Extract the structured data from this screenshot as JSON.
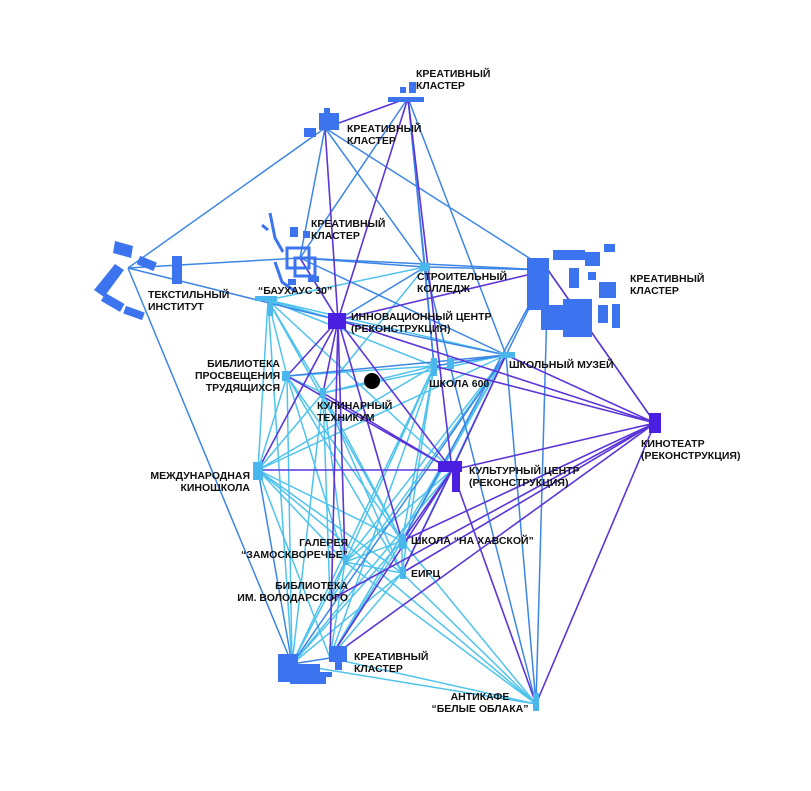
{
  "colors": {
    "background": "#ffffff",
    "building_blue": "#3b74ee",
    "building_violet": "#4b1fe0",
    "building_light": "#49b6ec",
    "link_light": "#4fc3ee",
    "link_mid": "#3d86e6",
    "link_violet": "#5b35d8",
    "center_dot": "#000000",
    "text": "#111111"
  },
  "nodes": [
    {
      "id": "cluster_top",
      "lines": [
        "КРЕАТИВНЫЙ",
        "КЛАСТЕР"
      ]
    },
    {
      "id": "cluster_upper",
      "lines": [
        "КРЕАТИВНЫЙ",
        "КЛАСТЕР"
      ]
    },
    {
      "id": "cluster_mid",
      "lines": [
        "КРЕАТИВНЫЙ",
        "КЛАСТЕР"
      ]
    },
    {
      "id": "cluster_east",
      "lines": [
        "КРЕАТИВНЫЙ",
        "КЛАСТЕР"
      ]
    },
    {
      "id": "textile",
      "lines": [
        "ТЕКСТИЛЬНЫЙ",
        "ИНСТИТУТ"
      ]
    },
    {
      "id": "bauhaus",
      "lines": [
        "“БАУХАУС 30”"
      ]
    },
    {
      "id": "stroit",
      "lines": [
        "СТРОИТЕЛЬНЫЙ",
        "КОЛЛЕДЖ"
      ]
    },
    {
      "id": "innov",
      "lines": [
        "ИННОВАЦИОННЫЙ ЦЕНТР",
        "(РЕКОНСТРУКЦИЯ)"
      ]
    },
    {
      "id": "museum",
      "lines": [
        "ШКОЛЬНЫЙ МУЗЕЙ"
      ]
    },
    {
      "id": "library_p",
      "lines": [
        "БИБЛИОТЕКА",
        "ПРОСВЕЩЕНИЯ",
        "ТРУДЯЩИХСЯ"
      ]
    },
    {
      "id": "school600",
      "lines": [
        "ШКОЛА 600"
      ]
    },
    {
      "id": "culinary",
      "lines": [
        "КУЛИНАРНЫЙ",
        "ТЕХНИКУМ"
      ]
    },
    {
      "id": "cinema",
      "lines": [
        "КИНОТЕАТР",
        "(РЕКОНСТРУКЦИЯ)"
      ]
    },
    {
      "id": "kinoschool",
      "lines": [
        "МЕЖДУНАРОДНАЯ",
        "КИНОШКОЛА"
      ]
    },
    {
      "id": "culture",
      "lines": [
        "КУЛЬТУРНЫЙ ЦЕНТР",
        "(РЕКОНСТРУКЦИЯ)"
      ]
    },
    {
      "id": "gallery",
      "lines": [
        "ГАЛЕРЕЯ",
        "“ЗАМОСКВОРЕЧЬЕ”"
      ]
    },
    {
      "id": "havskaya",
      "lines": [
        "ШКОЛА “НА ХАВСКОЙ”"
      ]
    },
    {
      "id": "eirc",
      "lines": [
        "ЕИРЦ"
      ]
    },
    {
      "id": "library_v",
      "lines": [
        "БИБЛИОТЕКА",
        "ИМ. ВОЛОДАРСКОГО"
      ]
    },
    {
      "id": "cluster_bottom",
      "lines": [
        "КРЕАТИВНЫЙ",
        "КЛАСТЕР"
      ]
    },
    {
      "id": "anticafe",
      "lines": [
        "АНТИКАФЕ",
        "“БЕЛЫЕ ОБЛАКА”"
      ]
    },
    {
      "id": "cluster_sw",
      "lines": []
    }
  ],
  "links": {
    "violet": [
      [
        "innov",
        "cluster_top"
      ],
      [
        "innov",
        "cluster_upper"
      ],
      [
        "innov",
        "cluster_mid"
      ],
      [
        "innov",
        "cluster_east"
      ],
      [
        "innov",
        "culture"
      ],
      [
        "innov",
        "library_p"
      ],
      [
        "innov",
        "kinoschool"
      ],
      [
        "innov",
        "cluster_bottom"
      ],
      [
        "innov",
        "cinema"
      ],
      [
        "innov",
        "havskaya"
      ],
      [
        "innov",
        "culinary"
      ],
      [
        "innov",
        "gallery"
      ],
      [
        "culture",
        "cinema"
      ],
      [
        "culture",
        "museum"
      ],
      [
        "culture",
        "kinoschool"
      ],
      [
        "culture",
        "library_p"
      ],
      [
        "culture",
        "cluster_bottom"
      ],
      [
        "culture",
        "anticafe"
      ],
      [
        "culture",
        "havskaya"
      ],
      [
        "culture",
        "culinary"
      ],
      [
        "culture",
        "eirc"
      ],
      [
        "cinema",
        "cluster_east"
      ],
      [
        "cinema",
        "museum"
      ],
      [
        "cinema",
        "school600"
      ],
      [
        "cinema",
        "anticafe"
      ],
      [
        "cinema",
        "havskaya"
      ],
      [
        "cinema",
        "library_v"
      ],
      [
        "cinema",
        "cluster_bottom"
      ],
      [
        "cinema",
        "eirc"
      ],
      [
        "cluster_top",
        "cluster_upper"
      ],
      [
        "cluster_top",
        "culture"
      ]
    ],
    "mid": [
      [
        "textile",
        "cluster_upper"
      ],
      [
        "textile",
        "cluster_mid"
      ],
      [
        "textile",
        "innov"
      ],
      [
        "textile",
        "cluster_sw"
      ],
      [
        "cluster_upper",
        "cluster_east"
      ],
      [
        "cluster_upper",
        "stroit"
      ],
      [
        "cluster_upper",
        "cluster_mid"
      ],
      [
        "cluster_top",
        "cluster_mid"
      ],
      [
        "cluster_top",
        "stroit"
      ],
      [
        "cluster_top",
        "museum"
      ],
      [
        "cluster_top",
        "school600"
      ],
      [
        "cluster_mid",
        "cluster_east"
      ],
      [
        "cluster_mid",
        "stroit"
      ],
      [
        "cluster_mid",
        "museum"
      ],
      [
        "stroit",
        "cluster_east"
      ],
      [
        "stroit",
        "school600"
      ],
      [
        "stroit",
        "anticafe"
      ],
      [
        "cluster_east",
        "museum"
      ],
      [
        "cluster_east",
        "cinema"
      ],
      [
        "cluster_east",
        "havskaya"
      ],
      [
        "cluster_east",
        "anticafe"
      ],
      [
        "museum",
        "school600"
      ],
      [
        "museum",
        "cluster_sw"
      ],
      [
        "museum",
        "anticafe"
      ],
      [
        "innov",
        "stroit"
      ],
      [
        "innov",
        "museum"
      ],
      [
        "kinoschool",
        "cluster_sw"
      ],
      [
        "cluster_sw",
        "cluster_bottom"
      ],
      [
        "library_p",
        "museum"
      ],
      [
        "cluster_mid",
        "innov"
      ]
    ],
    "light": [
      [
        "bauhaus",
        "innov"
      ],
      [
        "bauhaus",
        "library_p"
      ],
      [
        "bauhaus",
        "culinary"
      ],
      [
        "bauhaus",
        "school600"
      ],
      [
        "bauhaus",
        "museum"
      ],
      [
        "bauhaus",
        "kinoschool"
      ],
      [
        "bauhaus",
        "havskaya"
      ],
      [
        "bauhaus",
        "cluster_sw"
      ],
      [
        "bauhaus",
        "stroit"
      ],
      [
        "library_p",
        "culinary"
      ],
      [
        "library_p",
        "school600"
      ],
      [
        "library_p",
        "kinoschool"
      ],
      [
        "library_p",
        "havskaya"
      ],
      [
        "library_p",
        "gallery"
      ],
      [
        "library_p",
        "cluster_sw"
      ],
      [
        "library_p",
        "eirc"
      ],
      [
        "culinary",
        "school600"
      ],
      [
        "culinary",
        "museum"
      ],
      [
        "culinary",
        "kinoschool"
      ],
      [
        "culinary",
        "gallery"
      ],
      [
        "culinary",
        "havskaya"
      ],
      [
        "culinary",
        "eirc"
      ],
      [
        "culinary",
        "cluster_sw"
      ],
      [
        "culinary",
        "library_v"
      ],
      [
        "school600",
        "museum"
      ],
      [
        "school600",
        "havskaya"
      ],
      [
        "school600",
        "gallery"
      ],
      [
        "school600",
        "eirc"
      ],
      [
        "school600",
        "kinoschool"
      ],
      [
        "school600",
        "cluster_sw"
      ],
      [
        "school600",
        "cluster_bottom"
      ],
      [
        "museum",
        "havskaya"
      ],
      [
        "museum",
        "gallery"
      ],
      [
        "museum",
        "eirc"
      ],
      [
        "museum",
        "cluster_bottom"
      ],
      [
        "museum",
        "kinoschool"
      ],
      [
        "kinoschool",
        "havskaya"
      ],
      [
        "kinoschool",
        "gallery"
      ],
      [
        "kinoschool",
        "eirc"
      ],
      [
        "kinoschool",
        "cluster_bottom"
      ],
      [
        "kinoschool",
        "anticafe"
      ],
      [
        "havskaya",
        "gallery"
      ],
      [
        "havskaya",
        "eirc"
      ],
      [
        "havskaya",
        "cluster_sw"
      ],
      [
        "havskaya",
        "cluster_bottom"
      ],
      [
        "havskaya",
        "anticafe"
      ],
      [
        "gallery",
        "eirc"
      ],
      [
        "gallery",
        "cluster_sw"
      ],
      [
        "gallery",
        "cluster_bottom"
      ],
      [
        "gallery",
        "anticafe"
      ],
      [
        "gallery",
        "library_v"
      ],
      [
        "eirc",
        "cluster_sw"
      ],
      [
        "eirc",
        "cluster_bottom"
      ],
      [
        "eirc",
        "anticafe"
      ],
      [
        "cluster_sw",
        "anticafe"
      ],
      [
        "cluster_bottom",
        "anticafe"
      ],
      [
        "cluster_sw",
        "culture"
      ],
      [
        "library_v",
        "museum"
      ],
      [
        "culture",
        "gallery"
      ],
      [
        "bauhaus",
        "culture"
      ],
      [
        "stroit",
        "culinary"
      ]
    ]
  }
}
